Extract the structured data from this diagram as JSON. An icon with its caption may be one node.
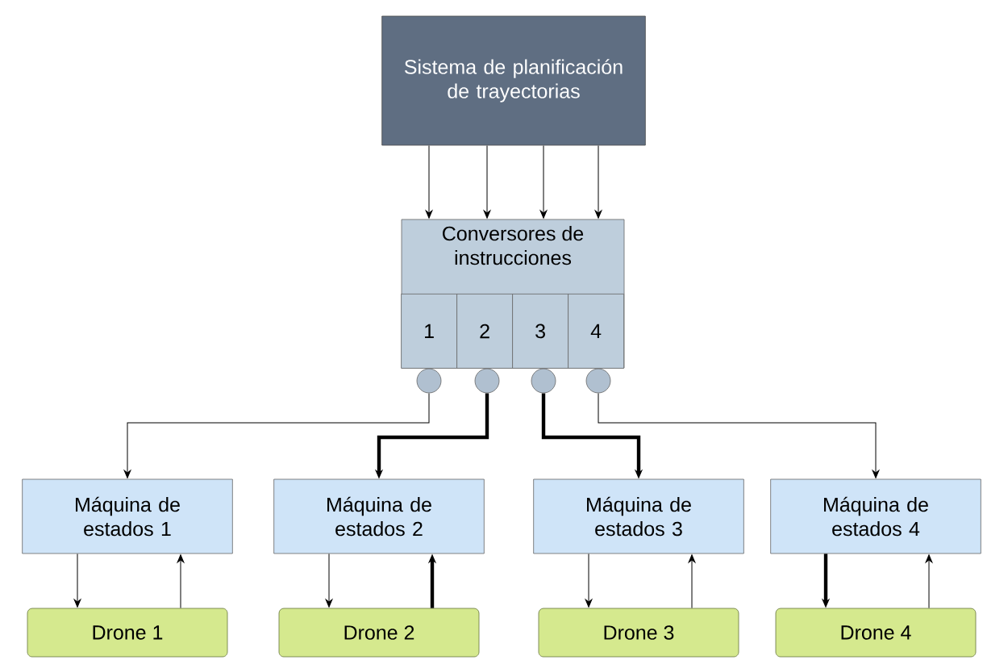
{
  "diagram": {
    "nodes": [
      {
        "text": [
          "Sistema de planificación de trayectorias"
        ]
      },
      {
        "text": [
          "Conversores de instrucciones"
        ]
      },
      {
        "text": [
          "1"
        ],
        "in": 1
      },
      {
        "text": [
          "2"
        ],
        "in": 1
      },
      {
        "text": [
          "3"
        ],
        "in": 1
      },
      {
        "text": [
          "4"
        ],
        "in": 1
      },
      {
        "text": [],
        "shape": "circle"
      },
      {
        "text": [],
        "shape": "circle"
      },
      {
        "text": [],
        "shape": "circle"
      },
      {
        "text": [],
        "shape": "circle"
      },
      {
        "text": [
          "Máquina de estados 1"
        ]
      },
      {
        "text": [
          "Máquina de estados 2"
        ]
      },
      {
        "text": [
          "Máquina de estados 3"
        ]
      },
      {
        "text": [
          "Máquina de estados 4"
        ]
      },
      {
        "text": [
          "Drone 1"
        ]
      },
      {
        "text": [
          "Drone 2"
        ]
      },
      {
        "text": [
          "Drone 3"
        ]
      },
      {
        "text": [
          "Drone 4"
        ]
      }
    ],
    "edges": [
      {
        "from": 0,
        "to": 1,
        "arrow": "to"
      },
      {
        "from": 0,
        "to": 1,
        "arrow": "to"
      },
      {
        "from": 0,
        "to": 1,
        "arrow": "to"
      },
      {
        "from": 0,
        "to": 1,
        "arrow": "to"
      },
      {
        "from": 6,
        "to": 10,
        "arrow": "to"
      },
      {
        "from": 7,
        "to": 11,
        "arrow": "to",
        "style": "thick"
      },
      {
        "from": 8,
        "to": 12,
        "arrow": "to",
        "style": "thick"
      },
      {
        "from": 9,
        "to": 13,
        "arrow": "to"
      },
      {
        "from": 10,
        "to": 14,
        "arrow": "to"
      },
      {
        "from": 14,
        "to": 10,
        "arrow": "to"
      },
      {
        "from": 11,
        "to": 15,
        "arrow": "to"
      },
      {
        "from": 15,
        "to": 11,
        "arrow": "to",
        "style": "thick"
      },
      {
        "from": 12,
        "to": 16,
        "arrow": "to"
      },
      {
        "from": 16,
        "to": 12,
        "arrow": "to"
      },
      {
        "from": 13,
        "to": 17,
        "arrow": "to",
        "style": "thick"
      },
      {
        "from": 17,
        "to": 13,
        "arrow": "to"
      }
    ]
  }
}
